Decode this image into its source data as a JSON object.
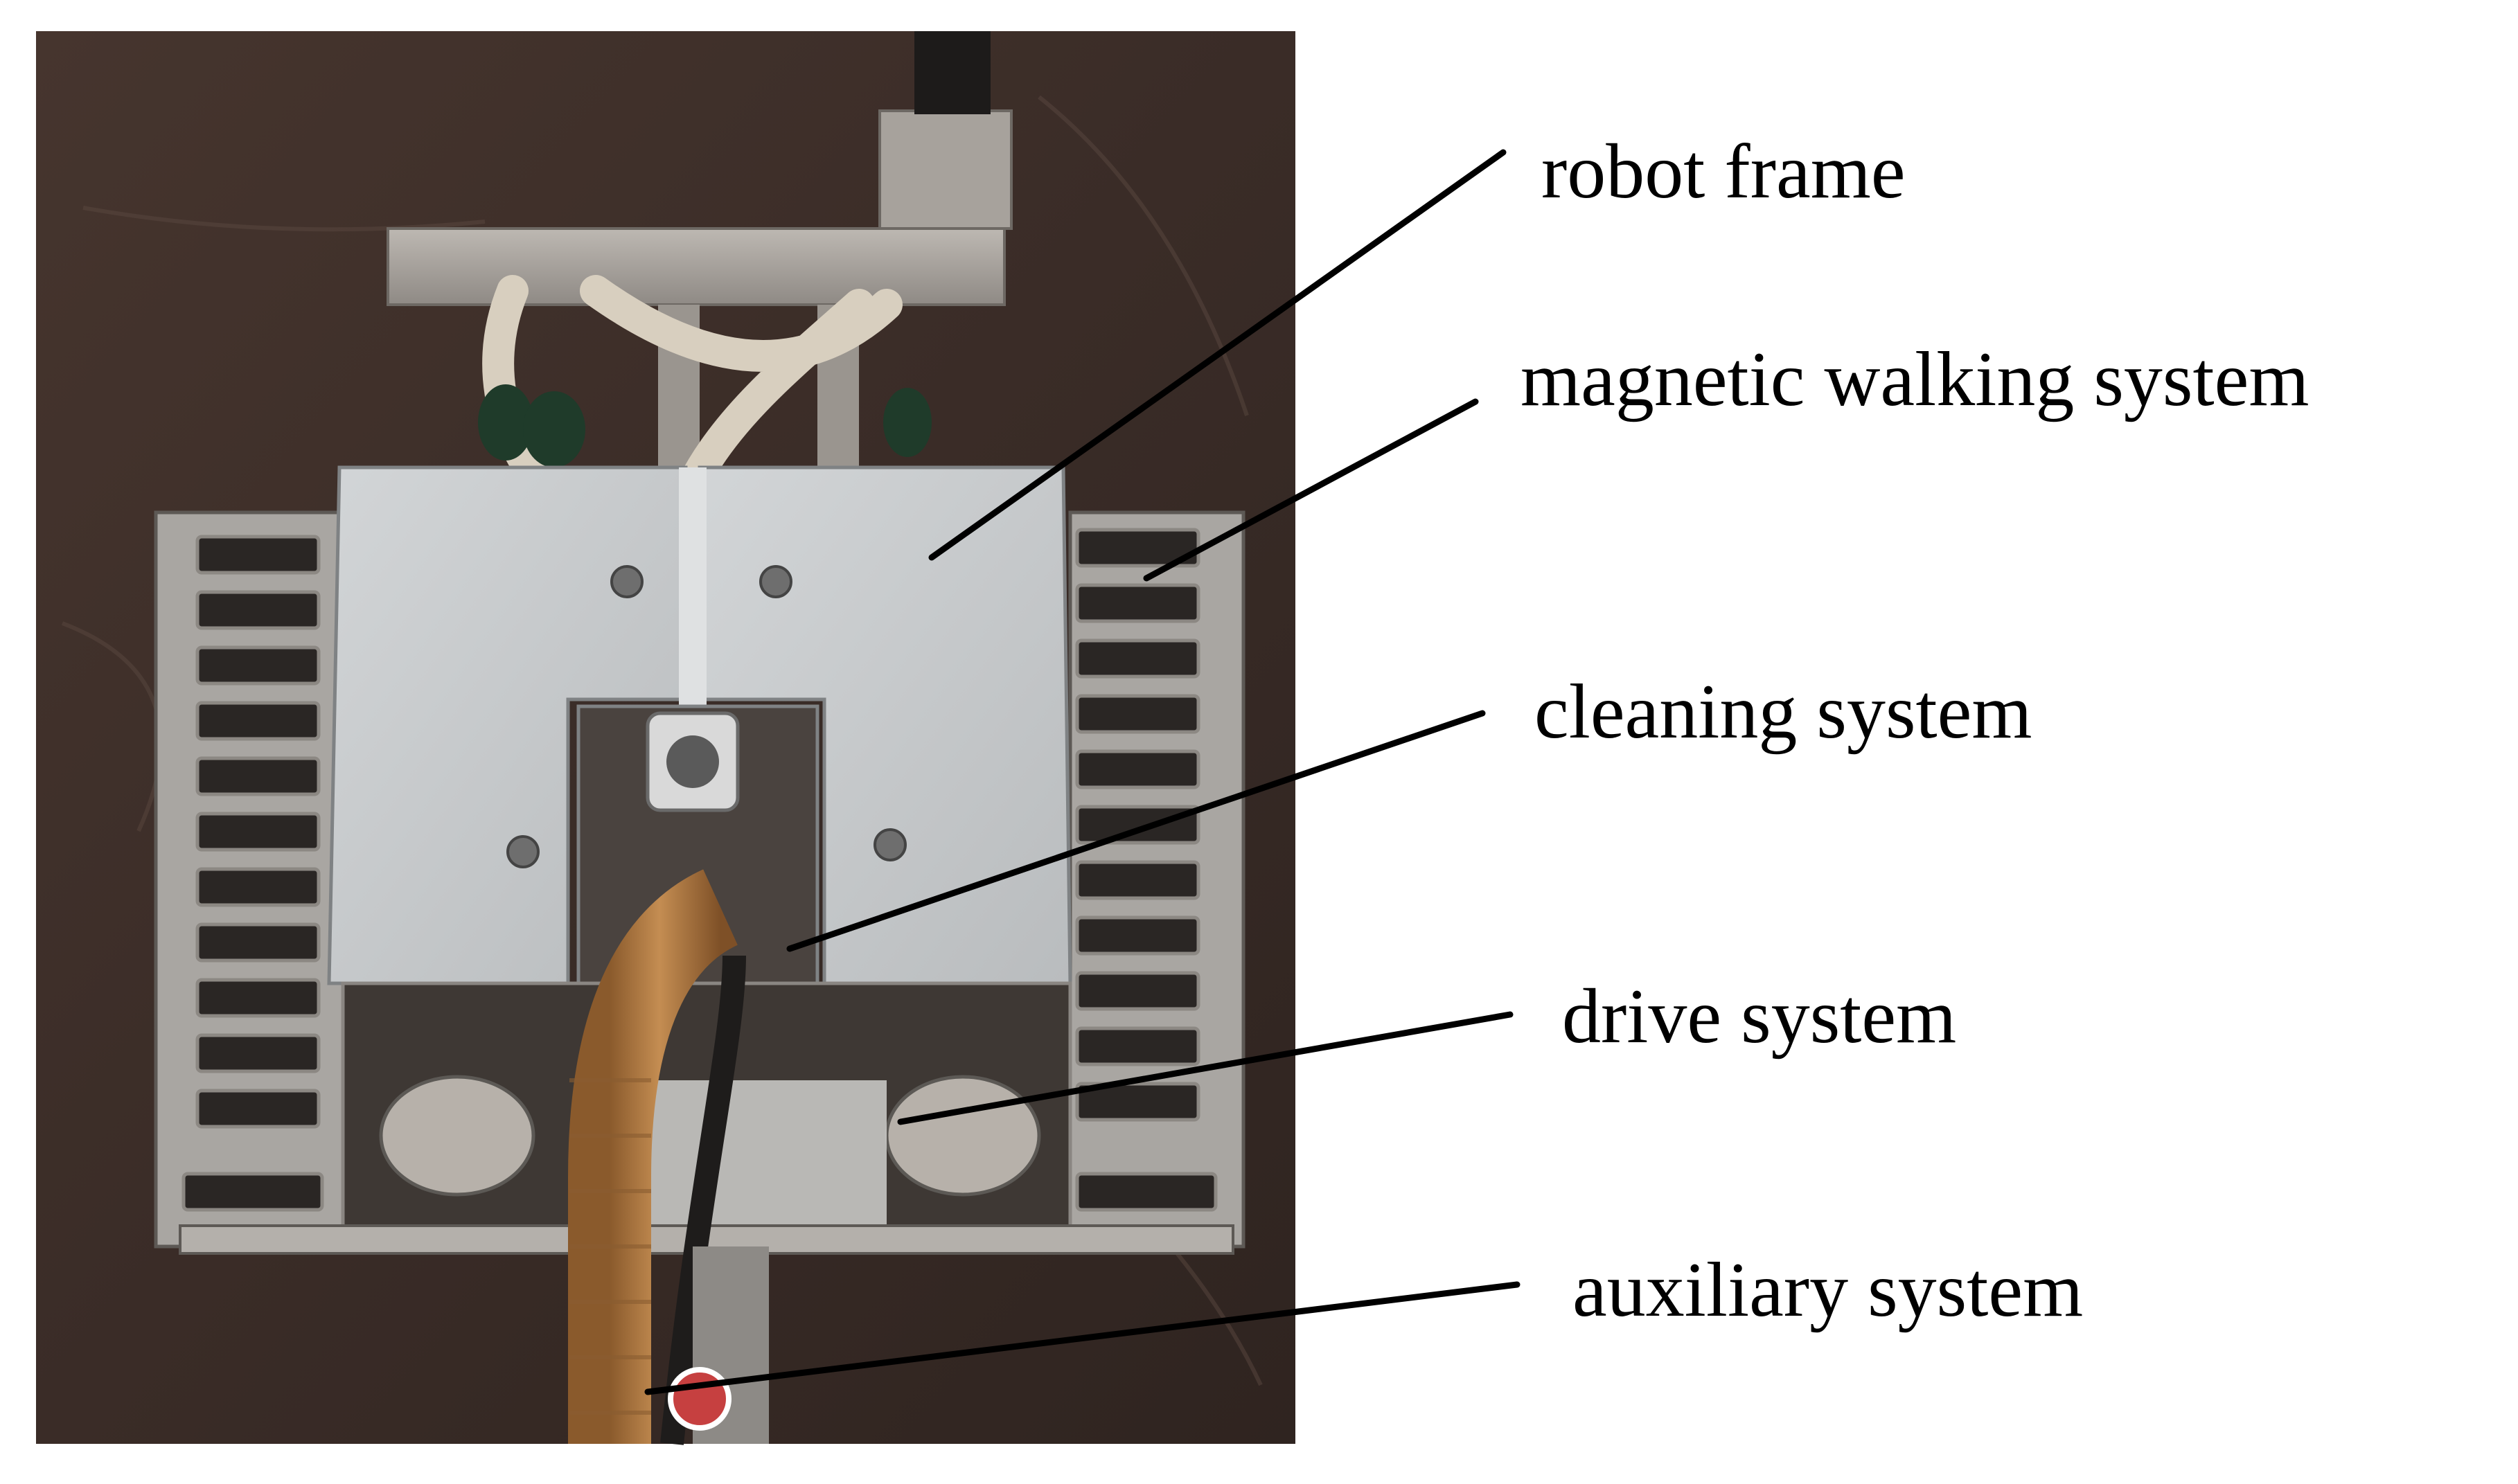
{
  "labels": {
    "robot_frame": "robot frame",
    "magnetic_walking": "magnetic walking system",
    "cleaning": "cleaning system",
    "drive": "drive system",
    "auxiliary": "auxiliary system"
  },
  "colors": {
    "background": "#ffffff",
    "floor": "#3b2e29",
    "panel": "#c9ccce",
    "track_pad": "#2a2624",
    "hose": "#b07a42",
    "leader_line": "#000000"
  }
}
